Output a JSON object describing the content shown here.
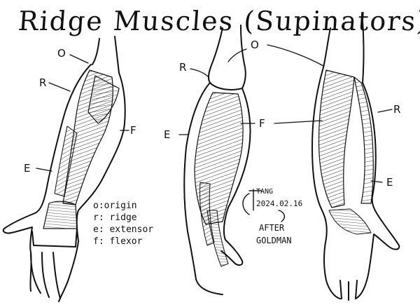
{
  "title": "Ridge Muscles (Supinators)",
  "labels": {
    "arm1": {
      "origin": "O",
      "ridge": "R",
      "flexor": "F",
      "extensor": "E"
    },
    "arm2": {
      "ridge": "R",
      "origin": "O",
      "extensor": "E",
      "flexor": "F"
    },
    "arm3": {
      "ridge": "R",
      "extensor": "E"
    }
  },
  "legend": [
    "o:origin",
    "r: ridge",
    "e: extensor",
    "f: flexor"
  ],
  "signature": {
    "mark": "TANG",
    "date": "2024.02.16",
    "line1": "AFTER",
    "line2": "GOLDMAN"
  },
  "colors": {
    "ink": "#111111",
    "paper": "#ffffff"
  }
}
